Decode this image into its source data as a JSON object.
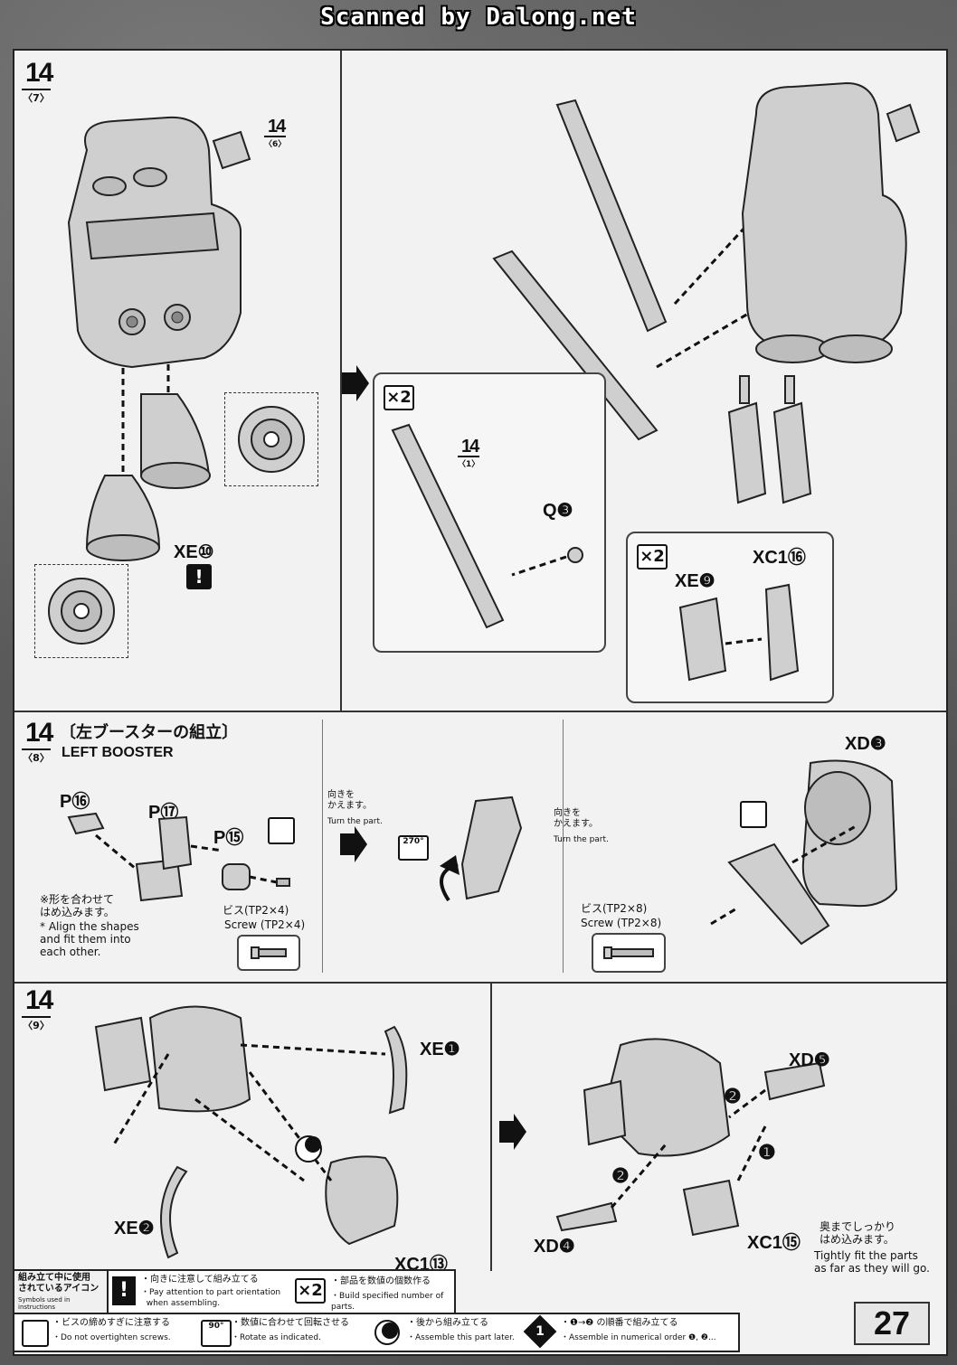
{
  "scan_banner": "Scanned by Dalong.net",
  "page_number": "27",
  "step1": {
    "number": "14",
    "sub": "〈7〉",
    "ref_a": {
      "number": "14",
      "sub": "〈6〉"
    },
    "part_xe10": "XE⑩",
    "box_multiplier": "×2",
    "box_ref": {
      "number": "14",
      "sub": "〈1〉"
    },
    "part_q3": "Q❸",
    "box2_multiplier": "×2",
    "part_xe9": "XE❾",
    "part_xc16": "XC1⑯"
  },
  "step2": {
    "number": "14",
    "sub": "〈8〉",
    "title_jp": "〔左ブースターの組立〕",
    "title_en": "LEFT BOOSTER",
    "part_p16": "P⑯",
    "part_p17": "P⑰",
    "part_p15": "P⑮",
    "note_jp": "※形を合わせて\nはめ込みます。",
    "note_en": "* Align the shapes\nand fit them into\neach other.",
    "screw1_jp": "ビス(TP2×4)",
    "screw1_en": "Screw (TP2×4)",
    "turn1_jp": "向きを\nかえます。",
    "turn1_en": "Turn the part.",
    "rotate": "270°",
    "turn2_jp": "向きを\nかえます。",
    "turn2_en": "Turn the part.",
    "part_xd3": "XD❸",
    "screw2_jp": "ビス(TP2×8)",
    "screw2_en": "Screw (TP2×8)"
  },
  "step3": {
    "number": "14",
    "sub": "〈9〉",
    "part_xe1": "XE❶",
    "part_xe2": "XE❷",
    "part_xc13": "XC1⑬",
    "part_xd5": "XD❺",
    "part_xd4": "XD❹",
    "part_xc15": "XC1⑮",
    "order1": "❶",
    "order2a": "❷",
    "order2b": "❷",
    "tight_jp": "奥までしっかり\nはめ込みます。",
    "tight_en": "Tightly fit the parts\nas far as they will go."
  },
  "legend": {
    "title_jp": "組み立て中に使用\nされているアイコン",
    "title_en": "Symbols used in instructions",
    "attention_jp": "・向きに注意して組み立てる",
    "attention_en": "・Pay attention to part orientation\n  when assembling.",
    "build_jp": "・部品を数値の個数作る",
    "build_en": "・Build specified number of parts.",
    "multiplier": "×2",
    "screw_jp": "・ビスの締めすぎに注意する",
    "screw_en": "・Do not overtighten screws.",
    "rotate_jp": "・数値に合わせて回転させる",
    "rotate_en": "・Rotate as indicated.",
    "rotate_icon": "90°",
    "later_jp": "・後から組み立てる",
    "later_en": "・Assemble this part later.",
    "order_jp": "・❶→❷ の順番で組み立てる",
    "order_en": "・Assemble in numerical order ❶, ❷...",
    "order_icon": "1"
  }
}
